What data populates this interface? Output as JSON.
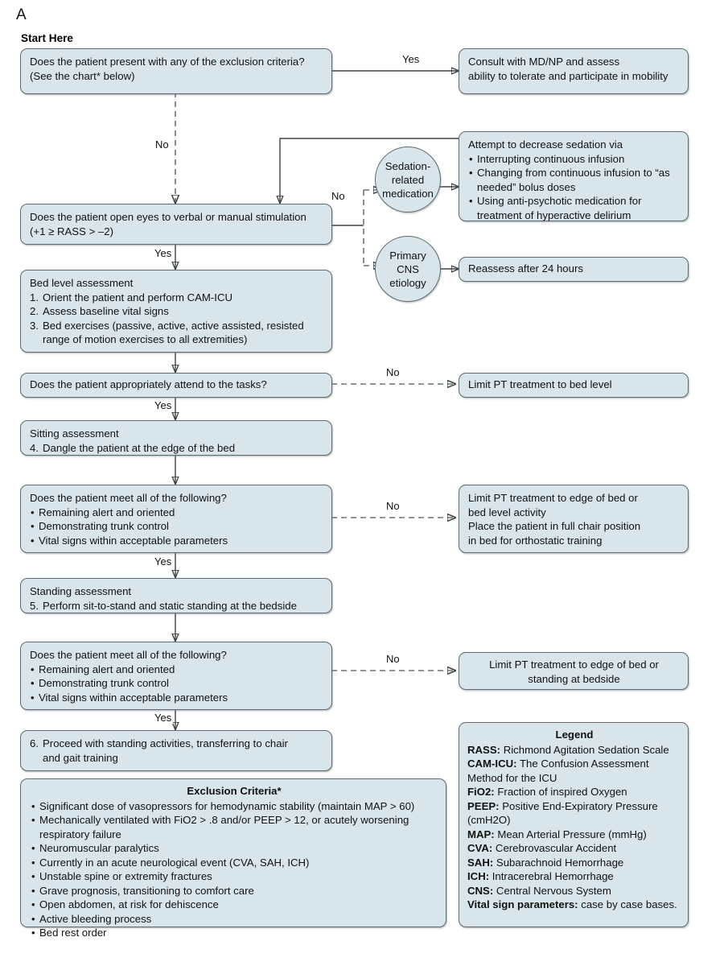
{
  "panel_letter": "A",
  "start_label": "Start Here",
  "colors": {
    "node_fill": "#d8e6ec",
    "node_border": "#5d6b70",
    "solid_connector": "#3c4347",
    "dashed_connector": "#6a7276",
    "text": "#111111",
    "background": "#ffffff"
  },
  "nodes": {
    "exclusion_question": {
      "line1": "Does the patient present with any of the exclusion criteria?",
      "line2": "(See the chart* below)"
    },
    "consult": {
      "line1": "Consult with MD/NP and assess",
      "line2": "ability to tolerate and participate in mobility"
    },
    "sedation_circle": {
      "line1": "Sedation-",
      "line2": "related",
      "line3": "medication"
    },
    "decrease_sedation": {
      "title": "Attempt to decrease sedation via",
      "bullets": [
        "Interrupting continuous infusion",
        "Changing from continuous infusion to “as needed” bolus doses",
        "Using anti-psychotic medication for treatment of hyperactive delirium"
      ]
    },
    "cns_circle": {
      "line1": "Primary",
      "line2": "CNS",
      "line3": "etiology"
    },
    "reassess": {
      "line1": "Reassess after 24 hours"
    },
    "open_eyes_question": {
      "line1": "Does the patient open eyes to verbal or manual stimulation",
      "line2": "(+1 ≥ RASS > –2)"
    },
    "bed_level": {
      "title": "Bed level assessment",
      "items": [
        {
          "num": "1.",
          "text": "Orient the patient and perform CAM-ICU"
        },
        {
          "num": "2.",
          "text": "Assess baseline vital signs"
        },
        {
          "num": "3.",
          "text": "Bed exercises (passive, active, active assisted, resisted range of motion exercises to all extremities)"
        }
      ]
    },
    "attend_tasks_question": {
      "line1": "Does the patient appropriately attend to the tasks?"
    },
    "limit_bed_level": {
      "line1": "Limit PT treatment to bed level"
    },
    "sitting": {
      "title": "Sitting assessment",
      "items": [
        {
          "num": "4.",
          "text": "Dangle the patient at the edge of the bed"
        }
      ]
    },
    "meet_all_1": {
      "title": "Does the patient meet all of the following?",
      "bullets": [
        "Remaining alert and oriented",
        "Demonstrating trunk control",
        "Vital signs within acceptable parameters"
      ]
    },
    "limit_edge_bed": {
      "line1": "Limit PT treatment to edge of bed or",
      "line2": "bed level activity",
      "line3": "Place the patient in full chair position",
      "line4": "in bed for orthostatic training"
    },
    "standing": {
      "title": "Standing assessment",
      "items": [
        {
          "num": "5.",
          "text": "Perform sit-to-stand and static standing at the bedside"
        }
      ]
    },
    "meet_all_2": {
      "title": "Does the patient meet all of the following?",
      "bullets": [
        "Remaining alert and oriented",
        "Demonstrating trunk control",
        "Vital signs within acceptable parameters"
      ]
    },
    "limit_standing_bedside": {
      "line1": "Limit PT treatment to edge of bed or",
      "line2": "standing at bedside"
    },
    "proceed_standing": {
      "num": "6.",
      "line1": "Proceed with standing activities, transferring to chair",
      "line2": "and gait training"
    }
  },
  "exclusion_criteria": {
    "title": "Exclusion Criteria*",
    "items": [
      "Significant dose of vasopressors for hemodynamic stability (maintain MAP > 60)",
      "Mechanically ventilated with FiO2 > .8 and/or PEEP > 12, or acutely worsening respiratory failure",
      "Neuromuscular paralytics",
      "Currently in an acute neurological event (CVA, SAH, ICH)",
      "Unstable spine or extremity fractures",
      "Grave prognosis, transitioning to comfort care",
      "Open abdomen, at risk for dehiscence",
      "Active bleeding process",
      "Bed rest order"
    ]
  },
  "legend": {
    "title": "Legend",
    "entries": [
      {
        "term": "RASS:",
        "def": " Richmond Agitation Sedation Scale"
      },
      {
        "term": "CAM-ICU:",
        "def": " The Confusion Assessment Method for the ICU"
      },
      {
        "term": "FiO2:",
        "def": " Fraction of inspired Oxygen"
      },
      {
        "term": "PEEP:",
        "def": " Positive End-Expiratory Pressure (cmH2O)"
      },
      {
        "term": "MAP:",
        "def": " Mean Arterial Pressure (mmHg)"
      },
      {
        "term": "CVA:",
        "def": " Cerebrovascular Accident"
      },
      {
        "term": "SAH:",
        "def": " Subarachnoid Hemorrhage"
      },
      {
        "term": "ICH:",
        "def": " Intracerebral Hemorrhage"
      },
      {
        "term": "CNS:",
        "def": " Central Nervous System"
      },
      {
        "term": "Vital sign parameters:",
        "def": " case by case bases."
      }
    ]
  },
  "edge_labels": {
    "yes_exclusion": "Yes",
    "no_exclusion": "No",
    "no_openeyes": "No",
    "yes_openeyes": "Yes",
    "no_tasks": "No",
    "yes_tasks": "Yes",
    "no_meet1": "No",
    "yes_meet1": "Yes",
    "no_meet2": "No",
    "yes_meet2": "Yes"
  }
}
